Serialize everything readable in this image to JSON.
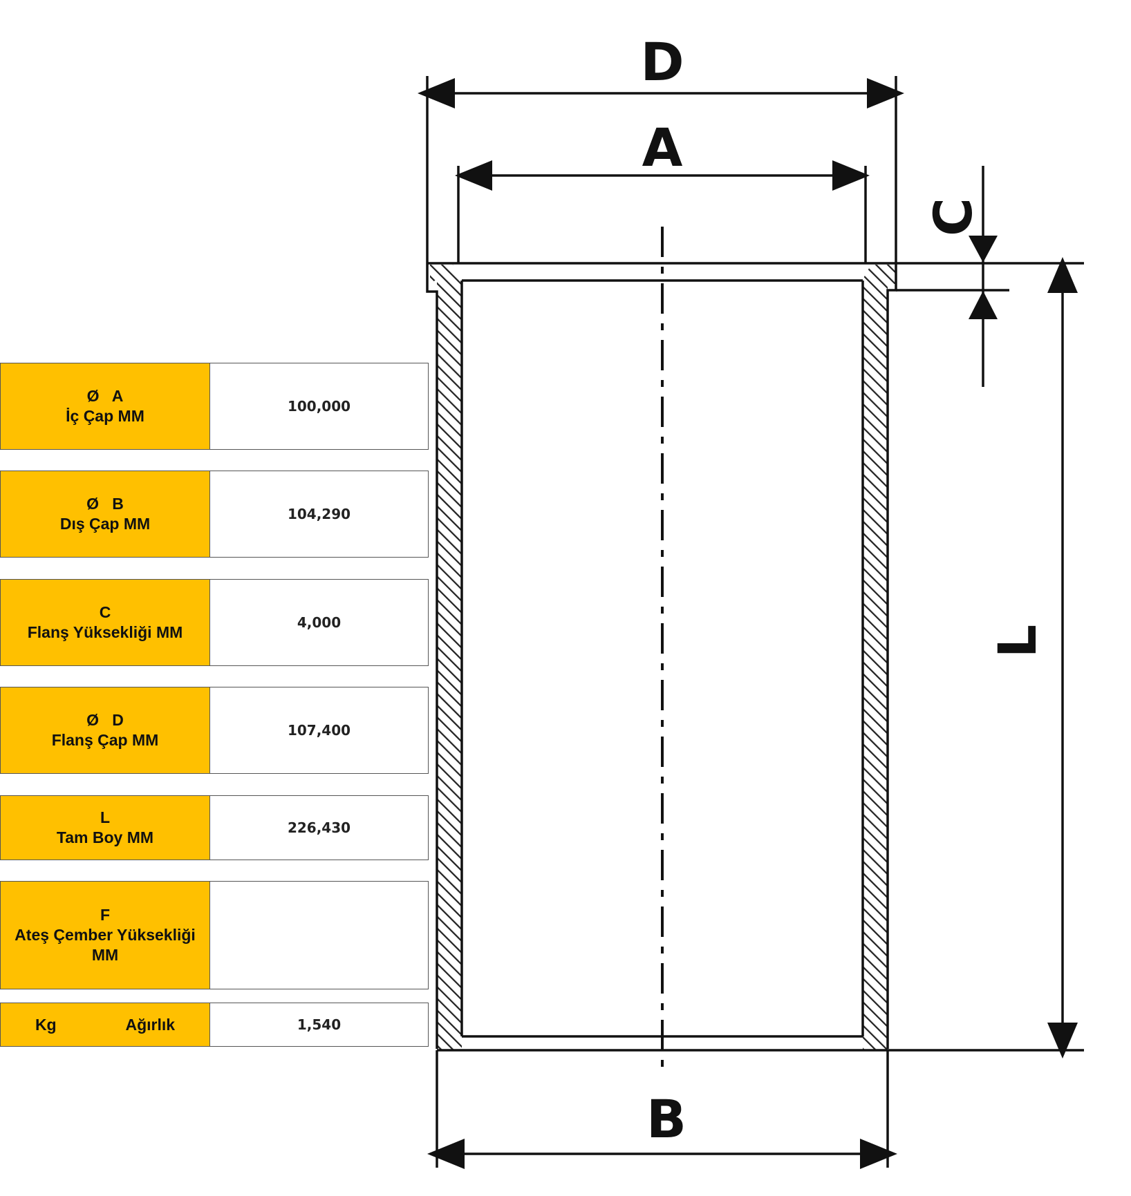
{
  "colors": {
    "label_bg": "#FFC000",
    "line": "#111111",
    "border": "#555555"
  },
  "dimension_letters": {
    "D": "D",
    "A": "A",
    "C": "C",
    "L": "L",
    "B": "B"
  },
  "specs": [
    {
      "symbol": "Ø   A",
      "name": "İç Çap  MM",
      "value": "100,000"
    },
    {
      "symbol": "Ø   B",
      "name": "Dış Çap MM",
      "value": "104,290"
    },
    {
      "symbol": "C",
      "name": "Flanş Yüksekliği MM",
      "value": "4,000"
    },
    {
      "symbol": "Ø   D",
      "name": "Flanş Çap MM",
      "value": "107,400"
    },
    {
      "symbol": "L",
      "name": "Tam Boy MM",
      "value": "226,430"
    },
    {
      "symbol": "F",
      "name": "Ateş Çember Yüksekliği MM",
      "value": ""
    }
  ],
  "weight": {
    "unit": "Kg",
    "name": "Ağırlık",
    "value": "1,540"
  }
}
